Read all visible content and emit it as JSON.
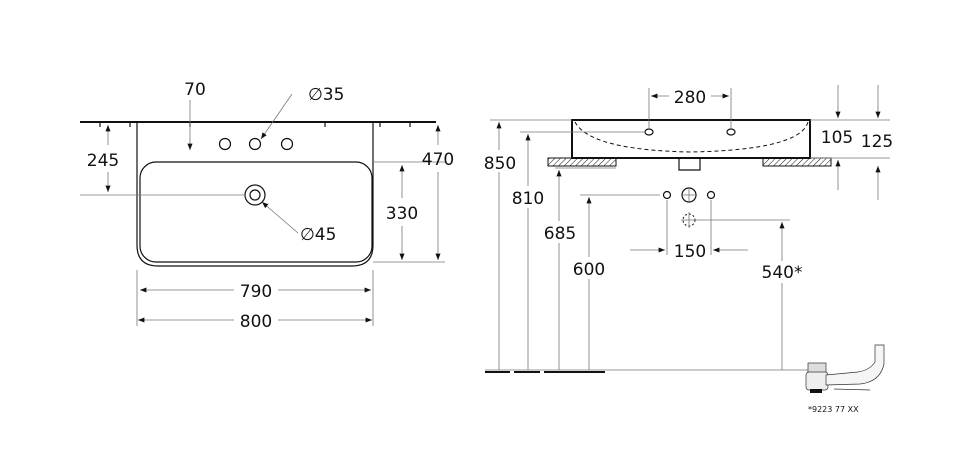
{
  "top_view": {
    "dim_70": "70",
    "dim_d35": "∅35",
    "dim_245": "245",
    "dim_470": "470",
    "dim_330": "330",
    "dim_d45": "∅45",
    "dim_790": "790",
    "dim_800": "800"
  },
  "side_view": {
    "dim_280": "280",
    "dim_105": "105",
    "dim_125": "125",
    "dim_850": "850",
    "dim_810": "810",
    "dim_685": "685",
    "dim_600": "600",
    "dim_150": "150",
    "dim_540": "540*"
  },
  "siphon": {
    "part_number": "*9223 77 XX"
  }
}
